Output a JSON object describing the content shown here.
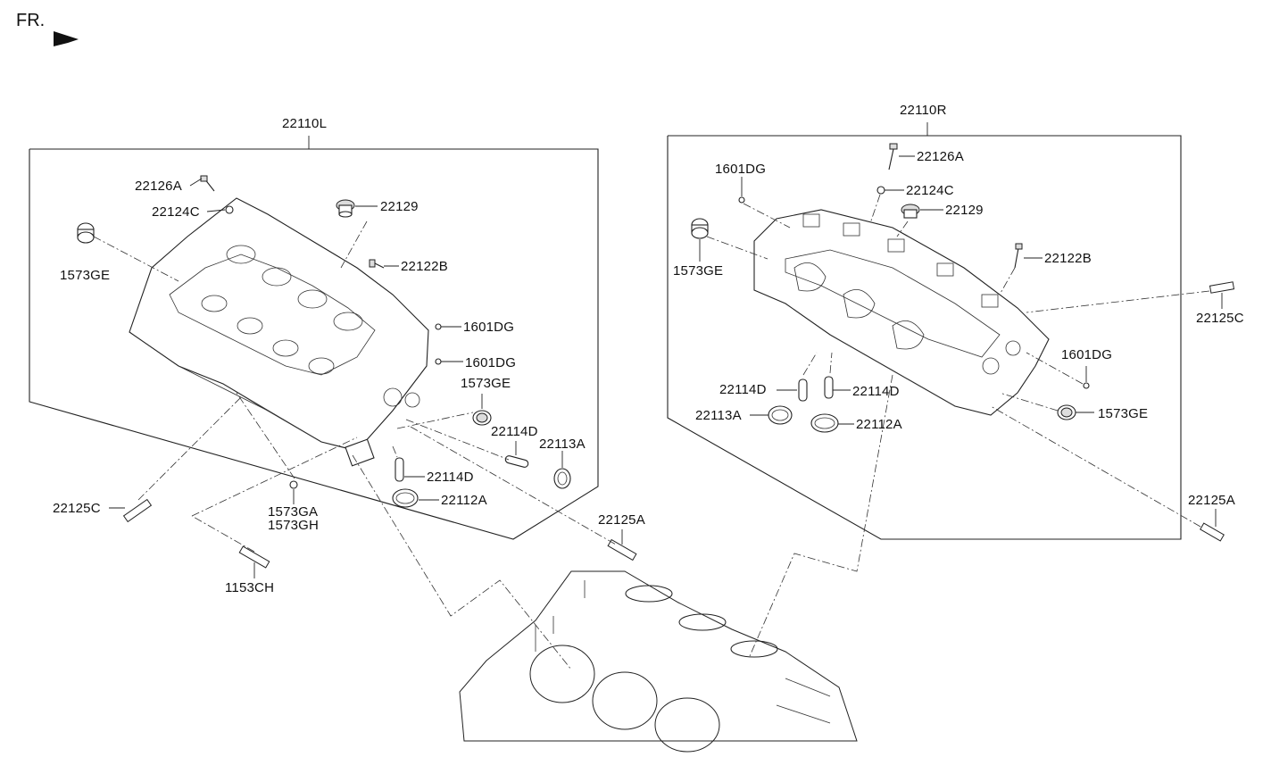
{
  "front_marker": "FR.",
  "assemblies": {
    "left": {
      "label": "22110L"
    },
    "right": {
      "label": "22110R"
    }
  },
  "left_parts": {
    "bolt_22126A": "22126A",
    "plug_22124C": "22124C",
    "cap_22129": "22129",
    "seal_1573GE_top": "1573GE",
    "bolt_22122B": "22122B",
    "ball_1601DG_a": "1601DG",
    "ball_1601DG_b": "1601DG",
    "seal_1573GE_side": "1573GE",
    "guide_22114D_a": "22114D",
    "ring_22113A": "22113A",
    "guide_22114D_b": "22114D",
    "ring_22112A": "22112A",
    "stud_22125C": "22125C",
    "plug_1573GA": "1573GA",
    "plug_1573GH": "1573GH",
    "stud_1153CH": "1153CH",
    "stud_22125A": "22125A"
  },
  "right_parts": {
    "bolt_22126A": "22126A",
    "plug_22124C": "22124C",
    "cap_22129": "22129",
    "ball_1601DG_top": "1601DG",
    "seal_1573GE_top": "1573GE",
    "bolt_22122B": "22122B",
    "stud_22125C": "22125C",
    "ball_1601DG_side": "1601DG",
    "guide_22114D_a": "22114D",
    "guide_22114D_b": "22114D",
    "ring_22113A": "22113A",
    "ring_22112A": "22112A",
    "seal_1573GE_side": "1573GE",
    "stud_22125A": "22125A"
  },
  "icons": {
    "front_arrow": "arrow-left-icon"
  }
}
